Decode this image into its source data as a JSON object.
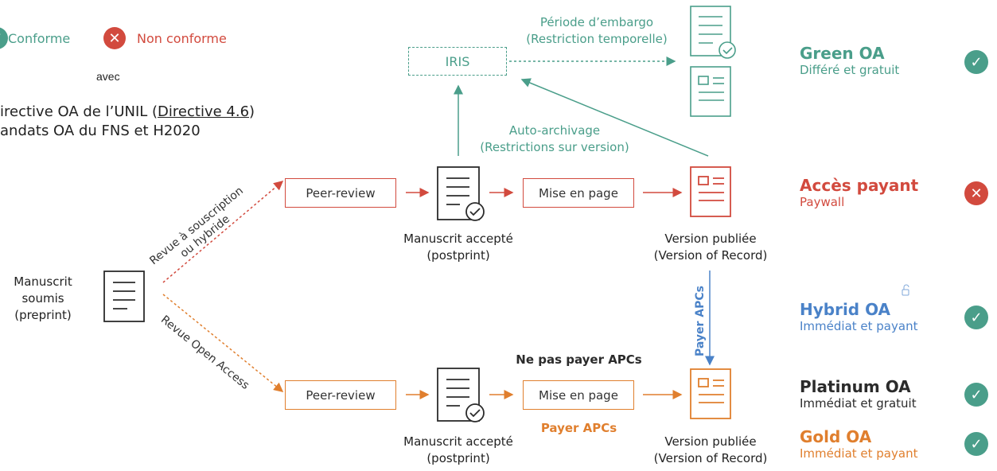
{
  "legend": {
    "conforme": "Conforme",
    "non_conforme": "Non conforme",
    "avec": "avec",
    "directive_prefix": "irective OA de l’UNIL (",
    "directive_link": "Directive 4.6",
    "directive_suffix": ")",
    "mandats": "andats OA du FNS et H2020"
  },
  "colors": {
    "teal": "#4a9e8a",
    "red": "#d24a3e",
    "blue": "#4a82c8",
    "orange": "#e07f2e",
    "dark": "#2b2b2b"
  },
  "submitted": {
    "line1": "Manuscrit",
    "line2": "soumis",
    "line3": "(preprint)"
  },
  "paths": {
    "subscription_line1": "Revue à souscription",
    "subscription_line2": "ou hybride",
    "open_access": "Revue Open Access"
  },
  "top_row": {
    "peer_review": "Peer-review",
    "accepted_line1": "Manuscrit accepté",
    "accepted_line2": "(postprint)",
    "layout": "Mise en page",
    "published_line1": "Version publiée",
    "published_line2": "(Version of Record)"
  },
  "bottom_row": {
    "peer_review": "Peer-review",
    "accepted_line1": "Manuscrit accepté",
    "accepted_line2": "(postprint)",
    "layout": "Mise en page",
    "published_line1": "Version publiée",
    "published_line2": "(Version of Record)",
    "no_pay": "Ne pas payer APCs",
    "pay": "Payer APCs"
  },
  "iris": {
    "label": "IRIS",
    "embargo_line1": "Période d’embargo",
    "embargo_line2": "(Restriction temporelle)",
    "self_archive_line1": "Auto-archivage",
    "self_archive_line2": "(Restrictions sur version)"
  },
  "vertical_pay": "Payer APCs",
  "categories": [
    {
      "title": "Green OA",
      "subtitle": "Différé et gratuit",
      "status": "conforme"
    },
    {
      "title": "Accès payant",
      "subtitle": "Paywall",
      "status": "non_conforme"
    },
    {
      "title": "Hybrid OA",
      "subtitle": "Immédiat et payant",
      "status": "conforme"
    },
    {
      "title": "Platinum OA",
      "subtitle": "Immédiat et gratuit",
      "status": "conforme"
    },
    {
      "title": "Gold OA",
      "subtitle": "Immédiat et payant",
      "status": "conforme"
    }
  ]
}
